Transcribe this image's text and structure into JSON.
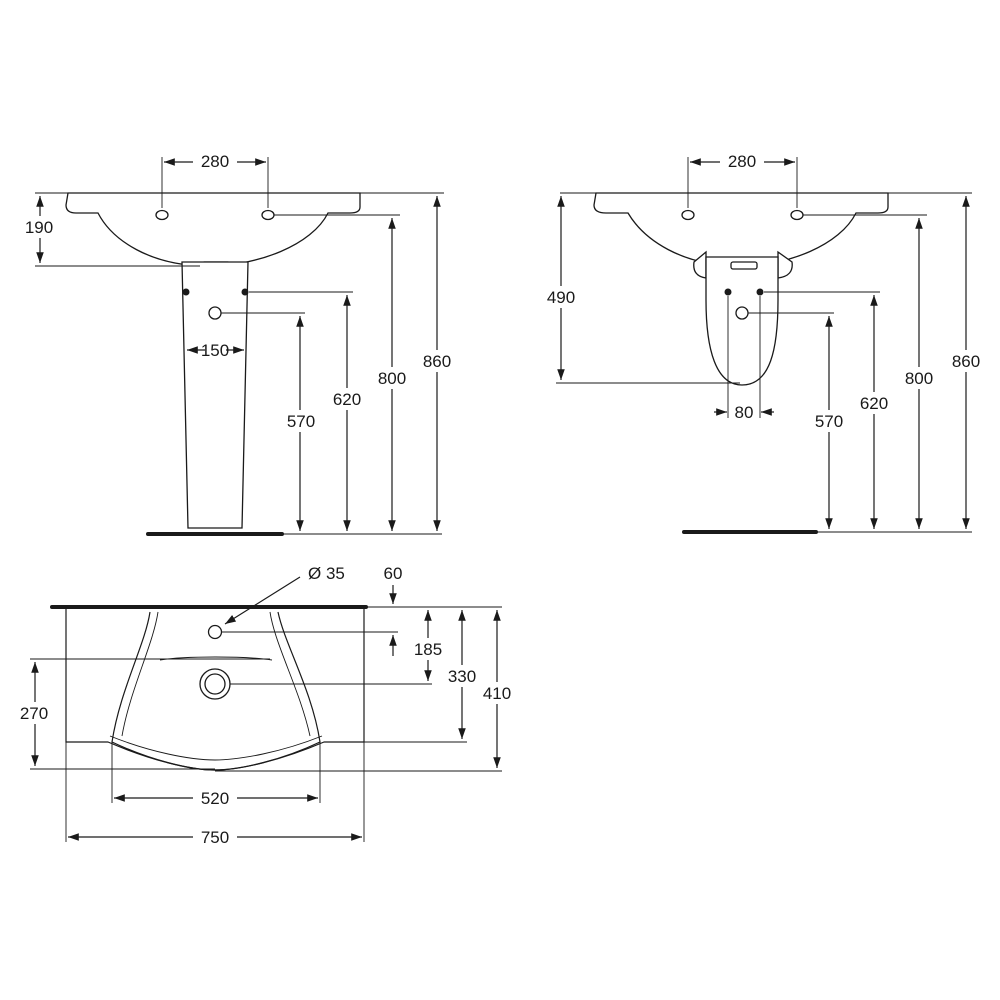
{
  "front_pedestal_view": {
    "dims": {
      "tap_spacing": "280",
      "basin_depth": "190",
      "outlet_spacing": "150",
      "outlet_height": "620",
      "waste_height": "570",
      "rim_height": "800",
      "total_height": "860"
    }
  },
  "front_semipedestal_view": {
    "dims": {
      "tap_spacing": "280",
      "semipedestal_height": "490",
      "outlet_spacing": "80",
      "waste_height": "570",
      "outlet_height": "620",
      "rim_height": "800",
      "total_height": "860"
    }
  },
  "plan_view": {
    "dims": {
      "tap_hole_diameter": "Ø 35",
      "tap_hole_offset": "60",
      "tap_hole_to_drain": "185",
      "drain_depth": "330",
      "total_depth": "410",
      "bowl_depth": "270",
      "bowl_width": "520",
      "total_width": "750"
    }
  }
}
